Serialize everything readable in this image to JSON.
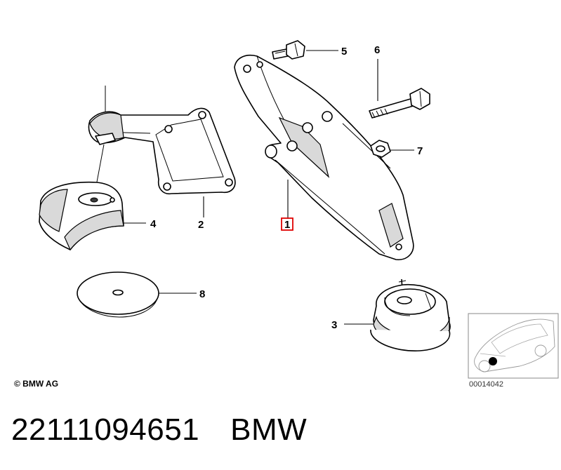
{
  "callouts": {
    "c1": "1",
    "c2": "2",
    "c3": "3",
    "c4": "4",
    "c5": "5",
    "c6": "6",
    "c7": "7",
    "c8": "8"
  },
  "copyright": "© BMW AG",
  "reference_number": "00014042",
  "caption": {
    "part_number": "22111094651",
    "brand": "BMW"
  },
  "colors": {
    "highlight_box": "#e00000",
    "locator_dot": "#000000"
  }
}
